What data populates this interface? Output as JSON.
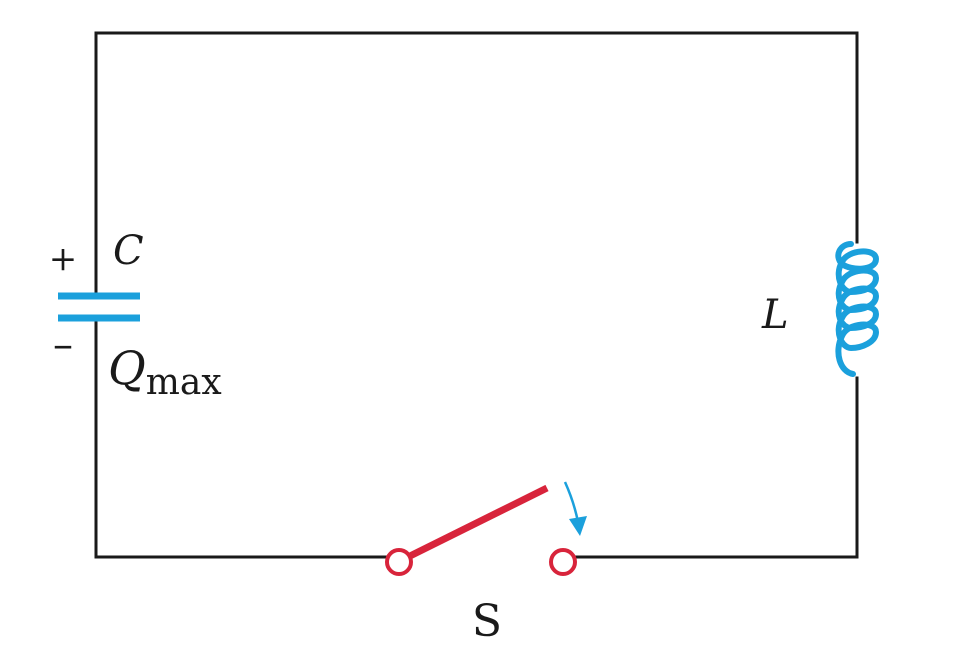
{
  "labels": {
    "capacitor": "C",
    "charge": "Q",
    "charge_subscript": "max",
    "inductor": "L",
    "switch": "S",
    "plus": "+",
    "minus": "–"
  },
  "colors": {
    "wire": "#1a1a1a",
    "capacitor": "#1ba0dc",
    "inductor": "#1ba0dc",
    "switch": "#d8243b",
    "arrow": "#1ba0dc",
    "background": "#ffffff"
  },
  "icons": {
    "capacitor": "capacitor-symbol",
    "inductor": "inductor-coil",
    "switch": "open-switch",
    "arrow": "closing-arrow"
  }
}
